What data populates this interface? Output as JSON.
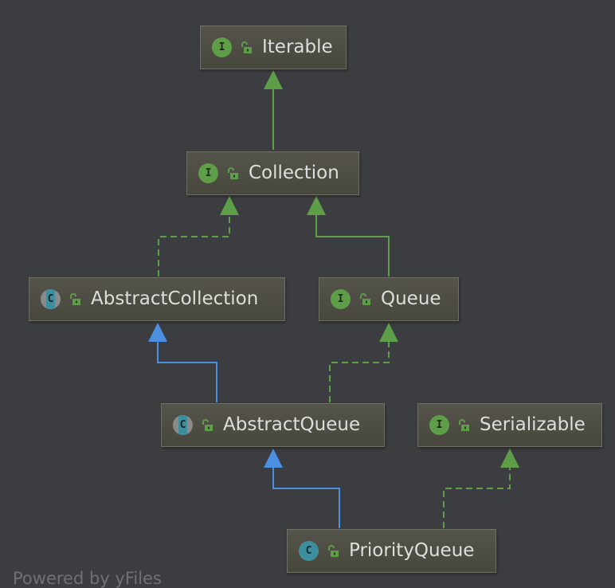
{
  "nodes": {
    "iterable": {
      "label": "Iterable",
      "kind": "I"
    },
    "collection": {
      "label": "Collection",
      "kind": "I"
    },
    "abstract_collection": {
      "label": "AbstractCollection",
      "kind": "C"
    },
    "queue": {
      "label": "Queue",
      "kind": "I"
    },
    "abstract_queue": {
      "label": "AbstractQueue",
      "kind": "C"
    },
    "serializable": {
      "label": "Serializable",
      "kind": "I"
    },
    "priority_queue": {
      "label": "PriorityQueue",
      "kind": "C"
    }
  },
  "edges": [
    {
      "from": "Collection",
      "to": "Iterable",
      "type": "extends-interface"
    },
    {
      "from": "AbstractCollection",
      "to": "Collection",
      "type": "implements"
    },
    {
      "from": "Queue",
      "to": "Collection",
      "type": "extends-interface"
    },
    {
      "from": "AbstractQueue",
      "to": "AbstractCollection",
      "type": "extends-class"
    },
    {
      "from": "AbstractQueue",
      "to": "Queue",
      "type": "implements"
    },
    {
      "from": "PriorityQueue",
      "to": "AbstractQueue",
      "type": "extends-class"
    },
    {
      "from": "PriorityQueue",
      "to": "Serializable",
      "type": "implements"
    }
  ],
  "colors": {
    "background": "#3b3d40",
    "interface_edge": "#5f9e48",
    "class_edge": "#4a8fe0",
    "node_fill": "#4f4e44"
  },
  "footer": "Powered by yFiles"
}
